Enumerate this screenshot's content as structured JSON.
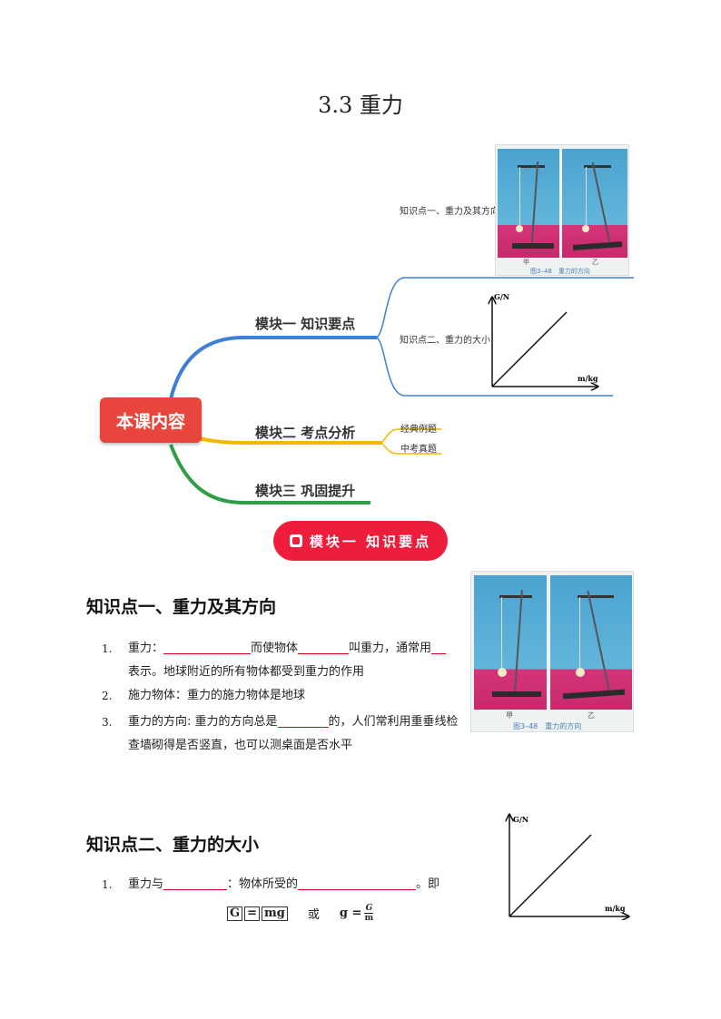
{
  "title": "3.3 重力",
  "mindmap": {
    "root": "本课内容",
    "branches": [
      {
        "label": "模块一 知识要点",
        "color": "#3f7fd6",
        "leaves": [
          "知识点一、重力及其方向",
          "知识点二、重力的大小"
        ]
      },
      {
        "label": "模块二 考点分析",
        "color": "#f5b700",
        "leaves": [
          "经典例题",
          "中考真题"
        ]
      },
      {
        "label": "模块三 巩固提升",
        "color": "#2e9f47",
        "leaves": []
      }
    ]
  },
  "figure": {
    "label_left": "甲",
    "label_right": "乙",
    "caption": "图3–48　重力的方向"
  },
  "graph": {
    "y_label": "G/N",
    "x_label": "m/kg"
  },
  "chart_data": {
    "type": "line",
    "xlabel": "m/kg",
    "ylabel": "G/N",
    "series": [
      {
        "x": [
          0,
          1
        ],
        "y": [
          0,
          1
        ]
      }
    ]
  },
  "module_banner": "模块一 知识要点",
  "section1": {
    "heading": "知识点一、重力及其方向",
    "items": [
      {
        "num": "1.",
        "parts": [
          "重力：",
          "而使物体",
          "叫重力，通常用",
          "表示。地球附近的所有物体都受到重力的作用"
        ]
      },
      {
        "num": "2.",
        "text": "施力物体：重力的施力物体是地球"
      },
      {
        "num": "3.",
        "parts": [
          "重力的方向: 重力的方向总是",
          "的，人们常利用重垂线检查墙砌得是否竖直，也可以测桌面是否水平"
        ]
      }
    ]
  },
  "section2": {
    "heading": "知识点二、重力的大小",
    "items": [
      {
        "num": "1.",
        "parts": [
          "重力与",
          "：物体所受的",
          "。即"
        ]
      }
    ],
    "formula": {
      "lhs_g": "G",
      "eq": "=",
      "mg": "mg",
      "or": "或",
      "g": "g =",
      "frac_num": "G",
      "frac_den": "m"
    }
  }
}
